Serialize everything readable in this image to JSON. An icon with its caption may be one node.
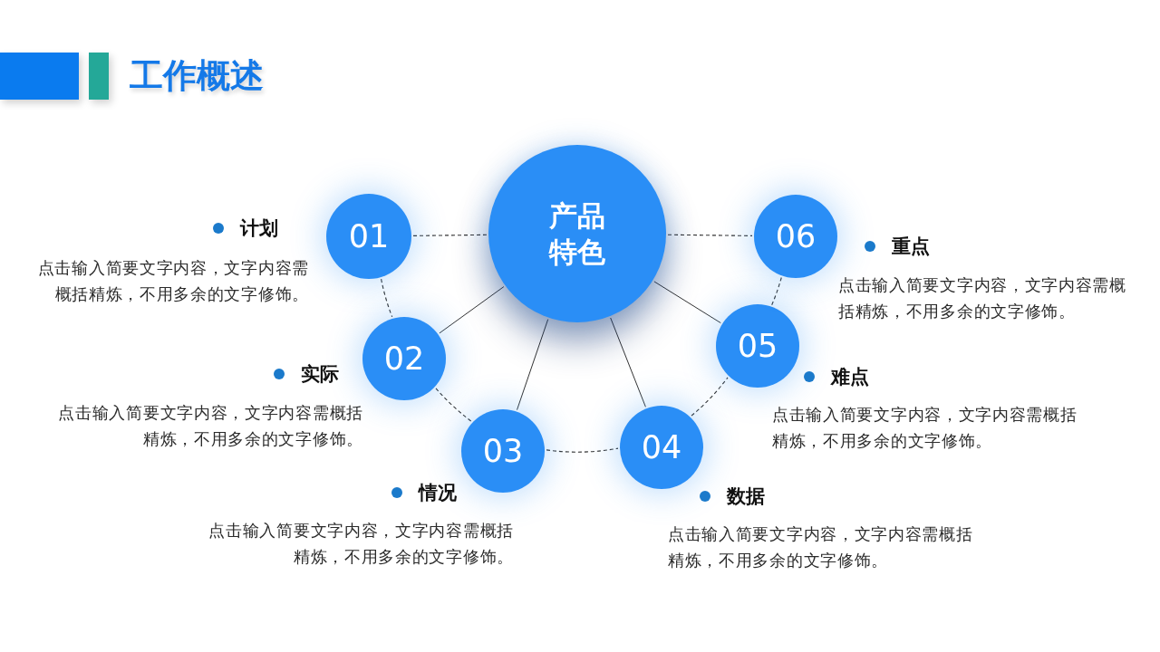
{
  "diagram": {
    "title": "工作概述",
    "nodes": [
      {
        "text": [
          "产品特色"
        ]
      },
      {
        "text": [
          "01"
        ],
        "beside": [
          "计划",
          "点击输入简要文字内容，文字内容需概括精炼，不用多余的文字修饰。"
        ]
      },
      {
        "text": [
          "02"
        ],
        "beside": [
          "实际",
          "点击输入简要文字内容，文字内容需概括精炼，不用多余的文字修饰。"
        ]
      },
      {
        "text": [
          "03"
        ],
        "beside": [
          "情况",
          "点击输入简要文字内容，文字内容需概括精炼，不用多余的文字修饰。"
        ]
      },
      {
        "text": [
          "04"
        ],
        "beside": [
          "数据",
          "点击输入简要文字内容，文字内容需概括精炼，不用多余的文字修饰。"
        ]
      },
      {
        "text": [
          "05"
        ],
        "beside": [
          "难点",
          "点击输入简要文字内容，文字内容需概括精炼，不用多余的文字修饰。"
        ]
      },
      {
        "text": [
          "06"
        ],
        "beside": [
          "重点",
          "点击输入简要文字内容，文字内容需概括精炼，不用多余的文字修饰。"
        ]
      }
    ],
    "edges": [
      {
        "from": 0,
        "to": 1,
        "arrow": "none",
        "style": "dashed"
      },
      {
        "from": 0,
        "to": 2,
        "arrow": "none"
      },
      {
        "from": 0,
        "to": 3,
        "arrow": "none"
      },
      {
        "from": 0,
        "to": 4,
        "arrow": "none"
      },
      {
        "from": 0,
        "to": 5,
        "arrow": "none"
      },
      {
        "from": 0,
        "to": 6,
        "arrow": "none",
        "style": "dashed"
      },
      {
        "from": 1,
        "to": 2,
        "arrow": "none",
        "style": "dashed"
      },
      {
        "from": 2,
        "to": 3,
        "arrow": "none",
        "style": "dashed"
      },
      {
        "from": 3,
        "to": 4,
        "arrow": "none",
        "style": "dashed"
      },
      {
        "from": 4,
        "to": 5,
        "arrow": "none",
        "style": "dashed"
      },
      {
        "from": 5,
        "to": 6,
        "arrow": "none",
        "style": "dashed"
      }
    ]
  }
}
